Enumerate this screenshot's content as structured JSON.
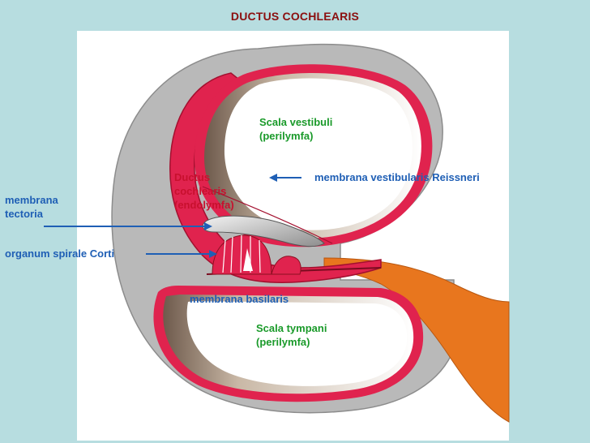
{
  "title": "DUCTUS COCHLEARIS",
  "labels": {
    "scala_vestibuli": "Scala vestibuli\n(perilymfa)",
    "ductus_cochlearis": "Ductus\ncochlearis\n(endolymfa)",
    "membrana_vestibularis": "membrana vestibularis Reissneri",
    "membrana_tectoria": "membrana\ntectoria",
    "organum_spirale": "organum spirale Corti",
    "membrana_basilaris": "membrana basilaris",
    "scala_tympani": "Scala tympani\n(perilymfa)"
  },
  "colors": {
    "background": "#b7dde0",
    "title": "#8b0f0f",
    "green_label": "#1a9a2a",
    "blue_label": "#1f5fb5",
    "red_label": "#c8102e",
    "bone": "#b9b9b9",
    "membrane": "#e0234e",
    "nerve": "#e8761e",
    "arrow": "#1f5fb5"
  }
}
